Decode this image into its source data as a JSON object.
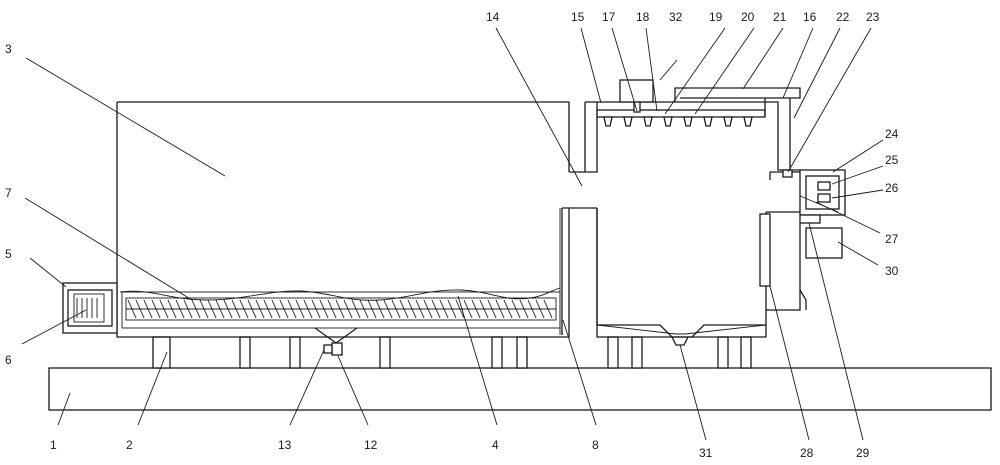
{
  "labels": {
    "l1": "1",
    "l2": "2",
    "l3": "3",
    "l4": "4",
    "l5": "5",
    "l6": "6",
    "l7": "7",
    "l8": "8",
    "l12": "12",
    "l13": "13",
    "l14": "14",
    "l15": "15",
    "l16": "16",
    "l17": "17",
    "l18": "18",
    "l19": "19",
    "l20": "20",
    "l21": "21",
    "l22": "22",
    "l23": "23",
    "l24": "24",
    "l25": "25",
    "l26": "26",
    "l27": "27",
    "l28": "28",
    "l29": "29",
    "l30": "30",
    "l31": "31",
    "l32": "32"
  }
}
